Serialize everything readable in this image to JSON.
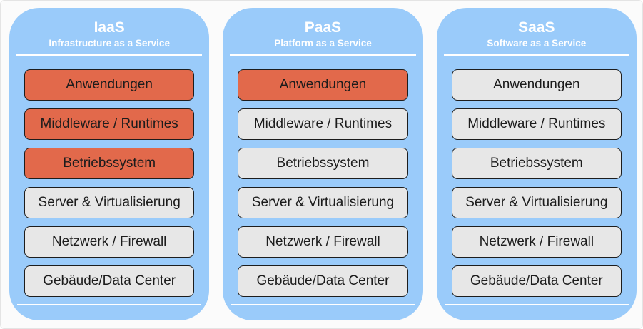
{
  "colors": {
    "page_bg": "#fbfbfb",
    "frame_border": "#e4e4e4",
    "column_bg": "#9acbfa",
    "layer_highlight": "#e2694b",
    "layer_default": "#e7e7e7",
    "box_border": "#1d1d1d",
    "box_text": "#1c1c1c",
    "header_text": "#ffffff",
    "divider": "#ffffff"
  },
  "columns": [
    {
      "id": "iaas",
      "title": "IaaS",
      "subtitle": "Infrastructure as a Service",
      "layers": [
        {
          "label": "Anwendungen",
          "highlighted": true
        },
        {
          "label": "Middleware / Runtimes",
          "highlighted": true
        },
        {
          "label": "Betriebssystem",
          "highlighted": true
        },
        {
          "label": "Server & Virtualisierung",
          "highlighted": false
        },
        {
          "label": "Netzwerk / Firewall",
          "highlighted": false
        },
        {
          "label": "Gebäude/Data Center",
          "highlighted": false
        }
      ]
    },
    {
      "id": "paas",
      "title": "PaaS",
      "subtitle": "Platform as a Service",
      "layers": [
        {
          "label": "Anwendungen",
          "highlighted": true
        },
        {
          "label": "Middleware / Runtimes",
          "highlighted": false
        },
        {
          "label": "Betriebssystem",
          "highlighted": false
        },
        {
          "label": "Server & Virtualisierung",
          "highlighted": false
        },
        {
          "label": "Netzwerk / Firewall",
          "highlighted": false
        },
        {
          "label": "Gebäude/Data Center",
          "highlighted": false
        }
      ]
    },
    {
      "id": "saas",
      "title": "SaaS",
      "subtitle": "Software as a Service",
      "layers": [
        {
          "label": "Anwendungen",
          "highlighted": false
        },
        {
          "label": "Middleware / Runtimes",
          "highlighted": false
        },
        {
          "label": "Betriebssystem",
          "highlighted": false
        },
        {
          "label": "Server & Virtualisierung",
          "highlighted": false
        },
        {
          "label": "Netzwerk / Firewall",
          "highlighted": false
        },
        {
          "label": "Gebäude/Data Center",
          "highlighted": false
        }
      ]
    }
  ]
}
